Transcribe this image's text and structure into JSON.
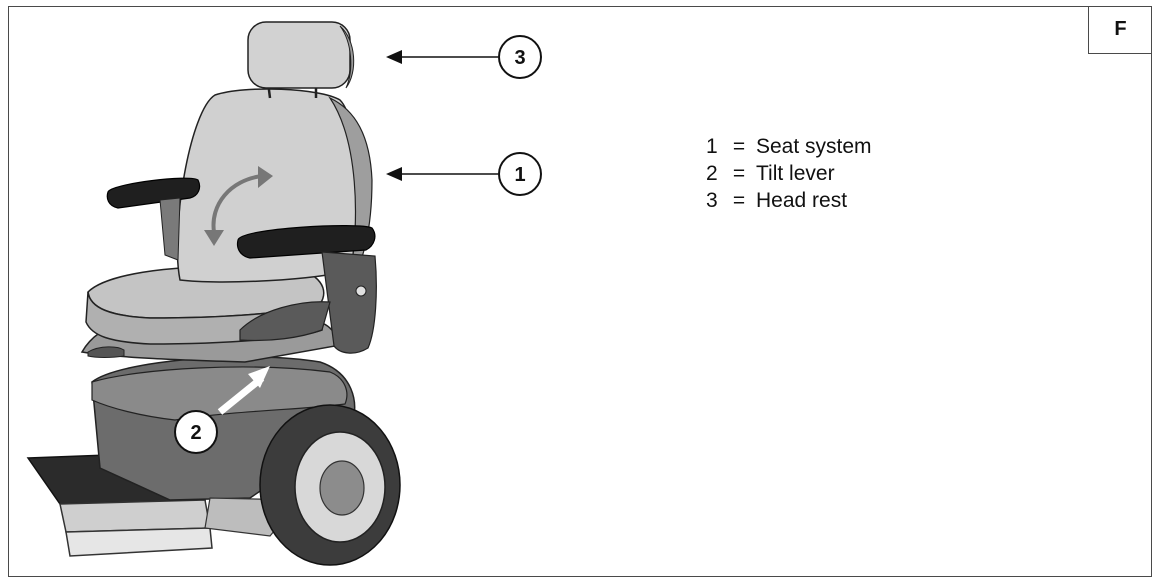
{
  "figure_letter": "F",
  "callouts": {
    "seat_system": "1",
    "tilt_lever": "2",
    "head_rest": "3"
  },
  "legend": [
    {
      "number": "1",
      "equals": "=",
      "label": "Seat system"
    },
    {
      "number": "2",
      "equals": "=",
      "label": "Tilt lever"
    },
    {
      "number": "3",
      "equals": "=",
      "label": "Head rest"
    }
  ]
}
